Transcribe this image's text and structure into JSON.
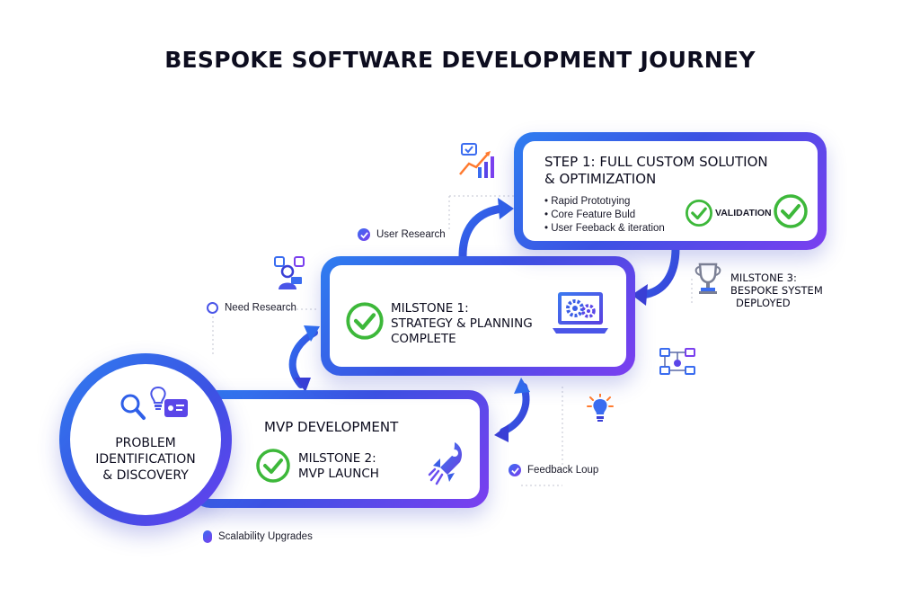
{
  "title": "BESPOKE SOFTWARE DEVELOPMENT JOURNEY",
  "stage_problem": {
    "lines": [
      "PROBLEM",
      "IDENTIFICATION",
      "& DISCOVERY"
    ]
  },
  "stage_mvp": {
    "title": "MVP DEVELOPMENT",
    "milestone_lines": [
      "MILSTONE 2:",
      "MVP LAUNCH"
    ]
  },
  "stage_strategy": {
    "lines": [
      "MILSTONE 1:",
      "STRATEGY & PLANNING",
      "COMPLETE"
    ]
  },
  "stage_step1": {
    "title_lines": [
      "STEP 1: FULL CUSTOM SOLUTION",
      "& OPTIMIZATION"
    ],
    "bullets": [
      "Rapid Prototıying",
      "Core Feature Buld",
      "User Feeback & iteration"
    ],
    "validation_label": "VALIDATION"
  },
  "milestone3": {
    "lines": [
      "MILSTONE 3:",
      "BESPOKE SYSTEM",
      "DEPLOYED"
    ]
  },
  "side_labels": {
    "user_research": "User Research",
    "need_research": "Need Research",
    "feedback_loop": "Feedback Loup",
    "scalability": "Scalability Upgrades"
  },
  "icons": [
    "magnifier-icon",
    "lightbulb-icon",
    "profile-card-icon",
    "rocket-icon",
    "laptop-gears-icon",
    "check-icon",
    "trophy-icon",
    "growth-chart-icon",
    "researcher-icon",
    "flowchart-icon",
    "idea-bulb-icon"
  ],
  "colors": {
    "gradient_start": "#2f7df0",
    "gradient_mid": "#3c52e3",
    "gradient_end": "#7b3ff0",
    "check_green": "#3db83a",
    "text": "#0d0d1f"
  }
}
